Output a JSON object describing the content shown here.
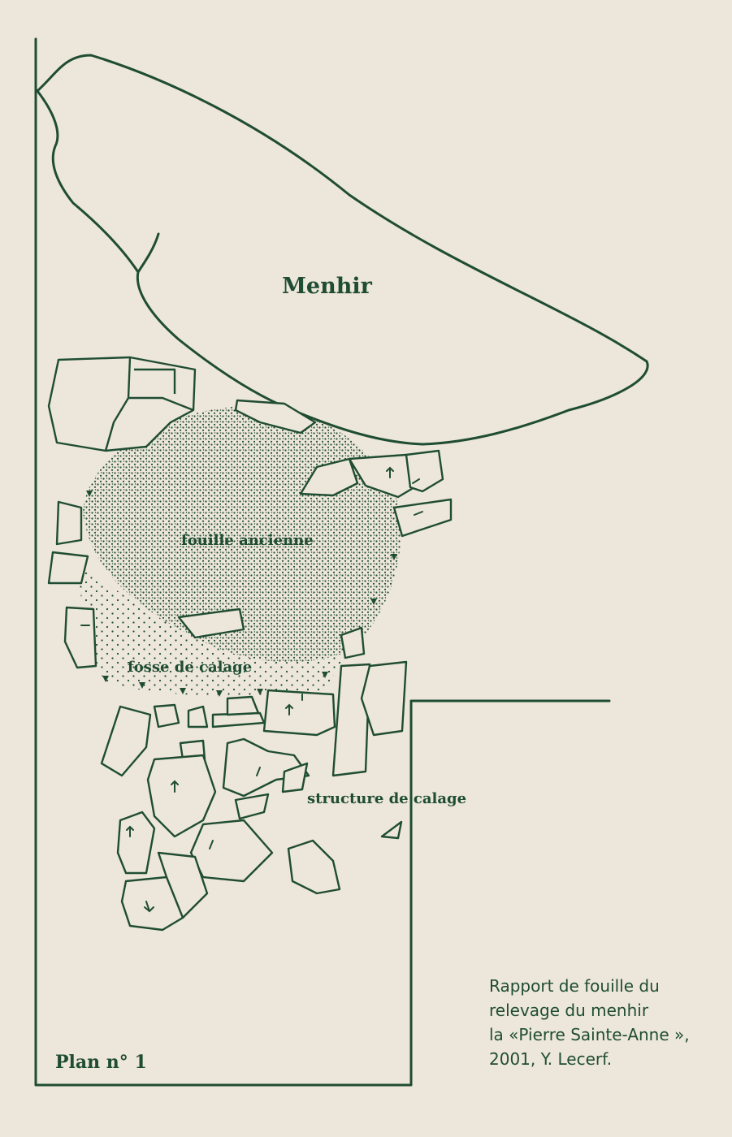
{
  "labels": {
    "menhir": "Menhir",
    "fouille": "fouille ancienne",
    "fosse": "fosse de calage",
    "structure": "structure de calage",
    "plan": "Plan n° 1"
  },
  "caption": {
    "line1": "Rapport de fouille du",
    "line2": "relevage du menhir",
    "line3": "la «Pierre Sainte-Anne »,",
    "line4": "2001, Y. Lecerf."
  },
  "colors": {
    "ink": "#1f4d33",
    "paper": "#ede6da"
  }
}
